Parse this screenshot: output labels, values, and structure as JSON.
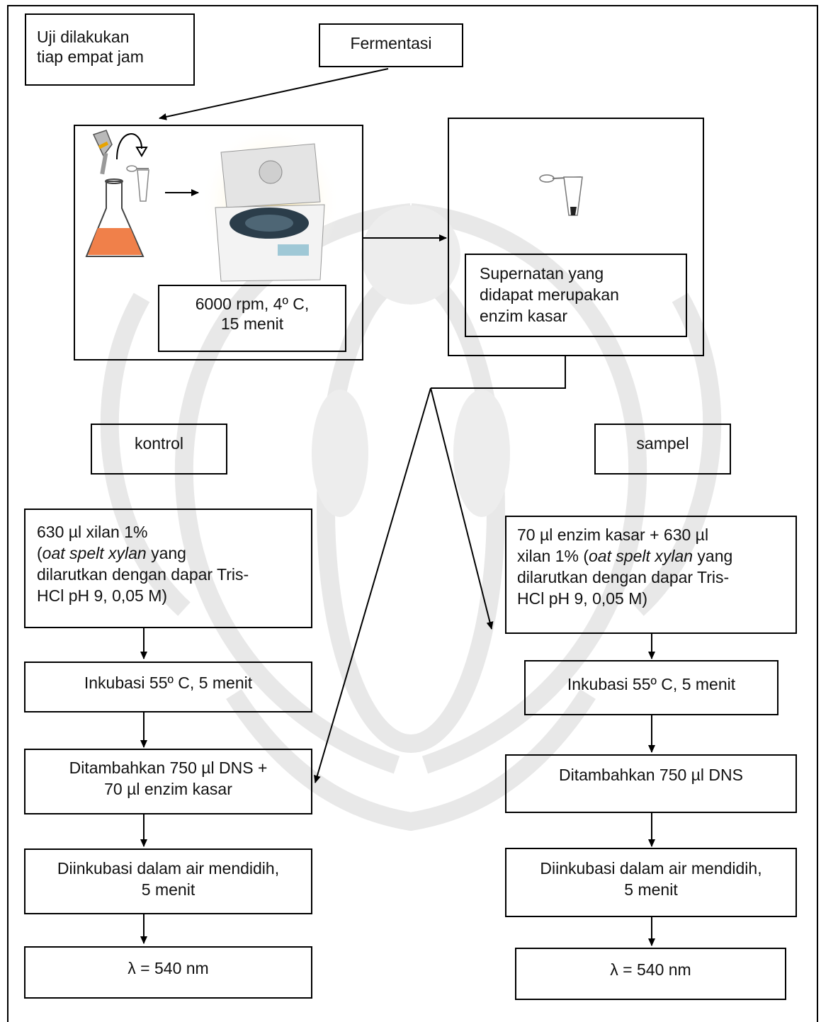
{
  "note": {
    "line1": "Uji dilakukan",
    "line2": "tiap empat jam"
  },
  "fermentasi": "Fermentasi",
  "centrifuge": {
    "line1": "6000 rpm, 4º C,",
    "line2": "15 menit"
  },
  "supernatant": {
    "line1": "Supernatan yang",
    "line2": "didapat merupakan",
    "line3": "enzim kasar"
  },
  "kontrol": {
    "label": "kontrol",
    "step1": {
      "line1": "630 µl xilan 1%",
      "line2_open": "(",
      "line2_em": "oat spelt xylan",
      "line2_rest": " yang",
      "line3": "dilarutkan dengan dapar Tris-",
      "line4": "HCl pH 9, 0,05 M)"
    },
    "step2": "Inkubasi 55º C, 5 menit",
    "step3": {
      "line1": "Ditambahkan 750 µl DNS +",
      "line2": "70 µl enzim kasar"
    },
    "step4": {
      "line1": "Diinkubasi dalam air mendidih,",
      "line2": "5 menit"
    },
    "step5": "λ = 540 nm"
  },
  "sampel": {
    "label": "sampel",
    "step1": {
      "line1": "70 µl enzim kasar + 630 µl",
      "line2_pre": "xilan 1% (",
      "line2_em": "oat spelt xylan",
      "line2_rest": " yang",
      "line3": "dilarutkan dengan dapar Tris-",
      "line4": "HCl pH 9, 0,05 M)"
    },
    "step2": "Inkubasi 55º C, 5 menit",
    "step3": "Ditambahkan 750 µl DNS",
    "step4": {
      "line1": "Diinkubasi dalam air mendidih,",
      "line2": "5 menit"
    },
    "step5": "λ = 540 nm"
  },
  "colors": {
    "flask_liquid": "#f0804a",
    "centrifuge_glow": "#fbe08a",
    "watermark": "#e6e6e6"
  },
  "icons": [
    "pipette-icon",
    "rotate-arrow-icon",
    "eppendorf-tube-icon",
    "erlenmeyer-flask-icon",
    "centrifuge-icon"
  ]
}
